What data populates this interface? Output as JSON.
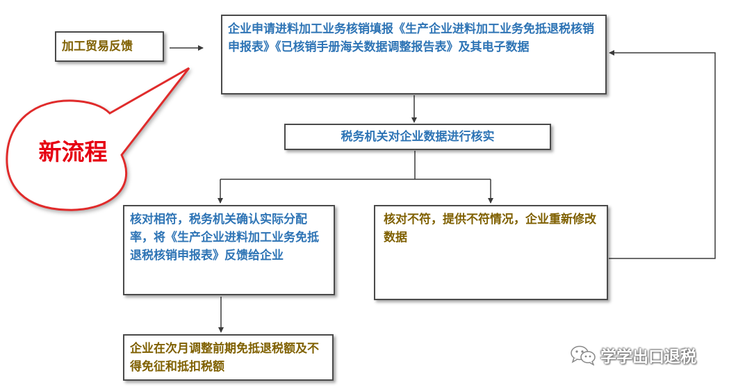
{
  "flowchart": {
    "feedback": "加工贸易反馈",
    "apply": "企业申请进料加工业务核销填报《生产企业进料加工业务免抵退税核销申报表》《已核销手册海关数据调整报告表》及其电子数据",
    "verify": "税务机关对企业数据进行核实",
    "match": "核对相符，税务机关确认实际分配率，将《生产企业进料加工业务免抵退税核销申报表》反馈给企业",
    "mismatch": "核对不符，提供不符情况，企业重新修改数据",
    "adjust": "企业在次月调整前期免抵退税额及不得免征和抵扣税额"
  },
  "callout": {
    "label": "新流程"
  },
  "watermark": {
    "icon": "wechat-icon",
    "text": "学学出口退税"
  },
  "colors": {
    "box_text_blue": "#2e74b5",
    "box_text_olive": "#7f6000",
    "callout_red": "#e60012",
    "line": "#3a3a3a"
  }
}
